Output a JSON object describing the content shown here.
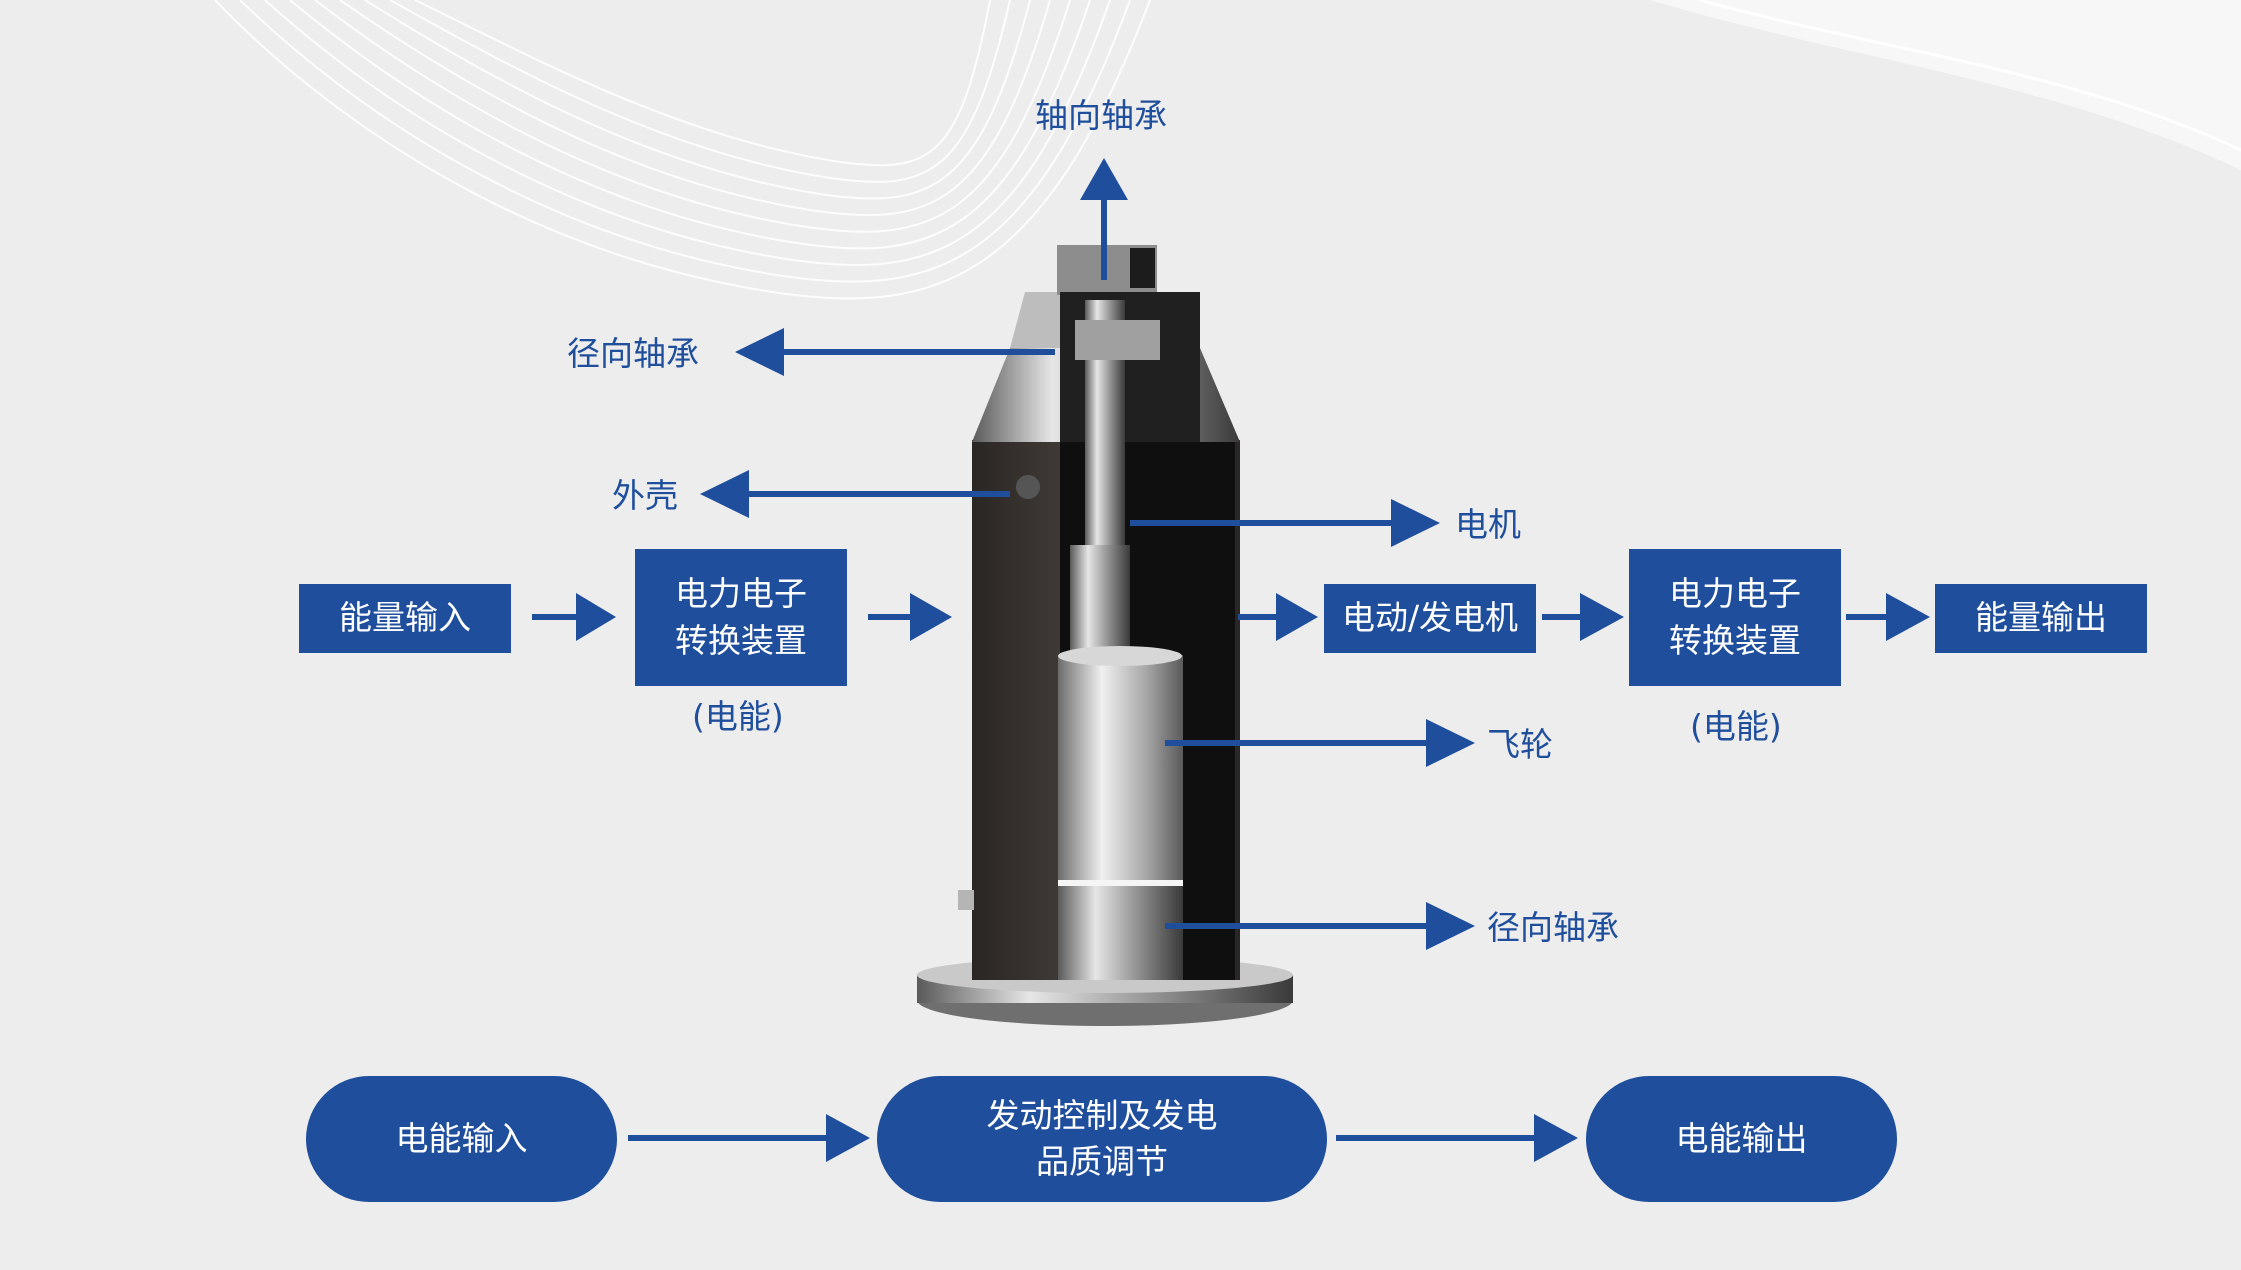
{
  "colors": {
    "accent": "#1f4e9c",
    "background": "#ededed"
  },
  "components": {
    "axial_bearing": "轴向轴承",
    "radial_bearing_top": "径向轴承",
    "housing": "外壳",
    "motor": "电机",
    "flywheel": "飞轮",
    "radial_bearing_bottom": "径向轴承"
  },
  "flow": {
    "energy_input": "能量输入",
    "converter_left": [
      "电力电子",
      "转换装置"
    ],
    "converter_left_note": "(电能)",
    "motor_generator": "电动/发电机",
    "converter_right": [
      "电力电子",
      "转换装置"
    ],
    "converter_right_note": "(电能)",
    "energy_output": "能量输出"
  },
  "bottom_flow": {
    "input": "电能输入",
    "control": [
      "发动控制及发电",
      "品质调节"
    ],
    "output": "电能输出"
  }
}
